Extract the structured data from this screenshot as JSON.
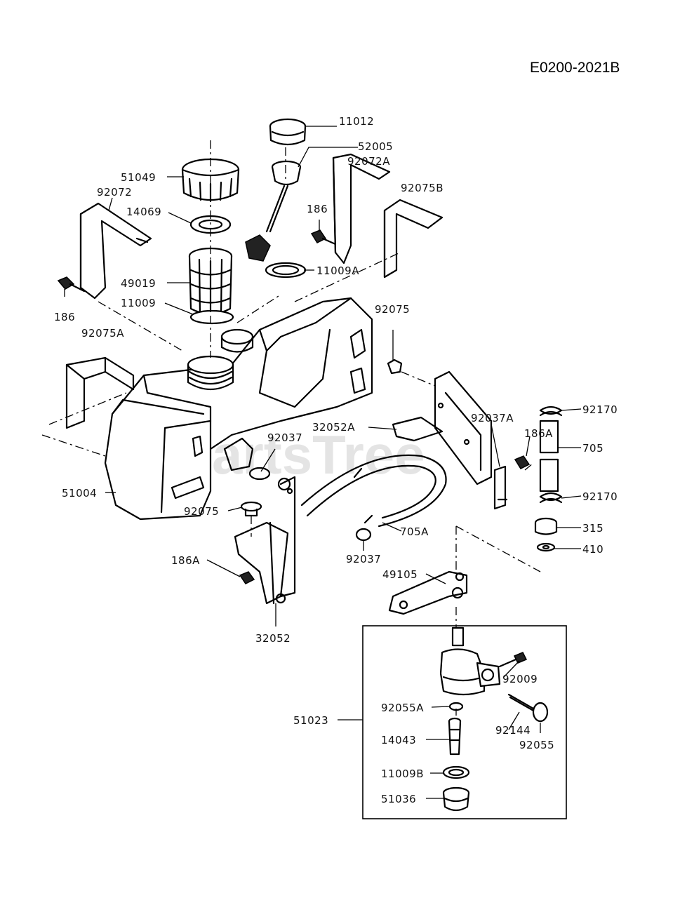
{
  "diagram_code": "E0200-2021B",
  "watermark": "PartsTree",
  "labels": {
    "p11012": "11012",
    "p52005": "52005",
    "p51049": "51049",
    "p92072A": "92072A",
    "p92075B": "92075B",
    "p92072": "92072",
    "p14069": "14069",
    "p186": "186",
    "p186b": "186",
    "p11009A": "11009A",
    "p49019": "49019",
    "p11009": "11009",
    "p92075": "92075",
    "p92075A": "92075A",
    "p92170a": "92170",
    "p32052A": "32052A",
    "p92037A": "92037A",
    "p186A": "186A",
    "p92037": "92037",
    "p705": "705",
    "p51004": "51004",
    "p92170b": "92170",
    "p92075b": "92075",
    "p315": "315",
    "p705A": "705A",
    "p410": "410",
    "p186Ab": "186A",
    "p92037b": "92037",
    "p49105": "49105",
    "p32052": "32052",
    "p92009": "92009",
    "p92055A": "92055A",
    "p51023": "51023",
    "p92144": "92144",
    "p14043": "14043",
    "p92055": "92055",
    "p11009B": "11009B",
    "p51036": "51036"
  }
}
